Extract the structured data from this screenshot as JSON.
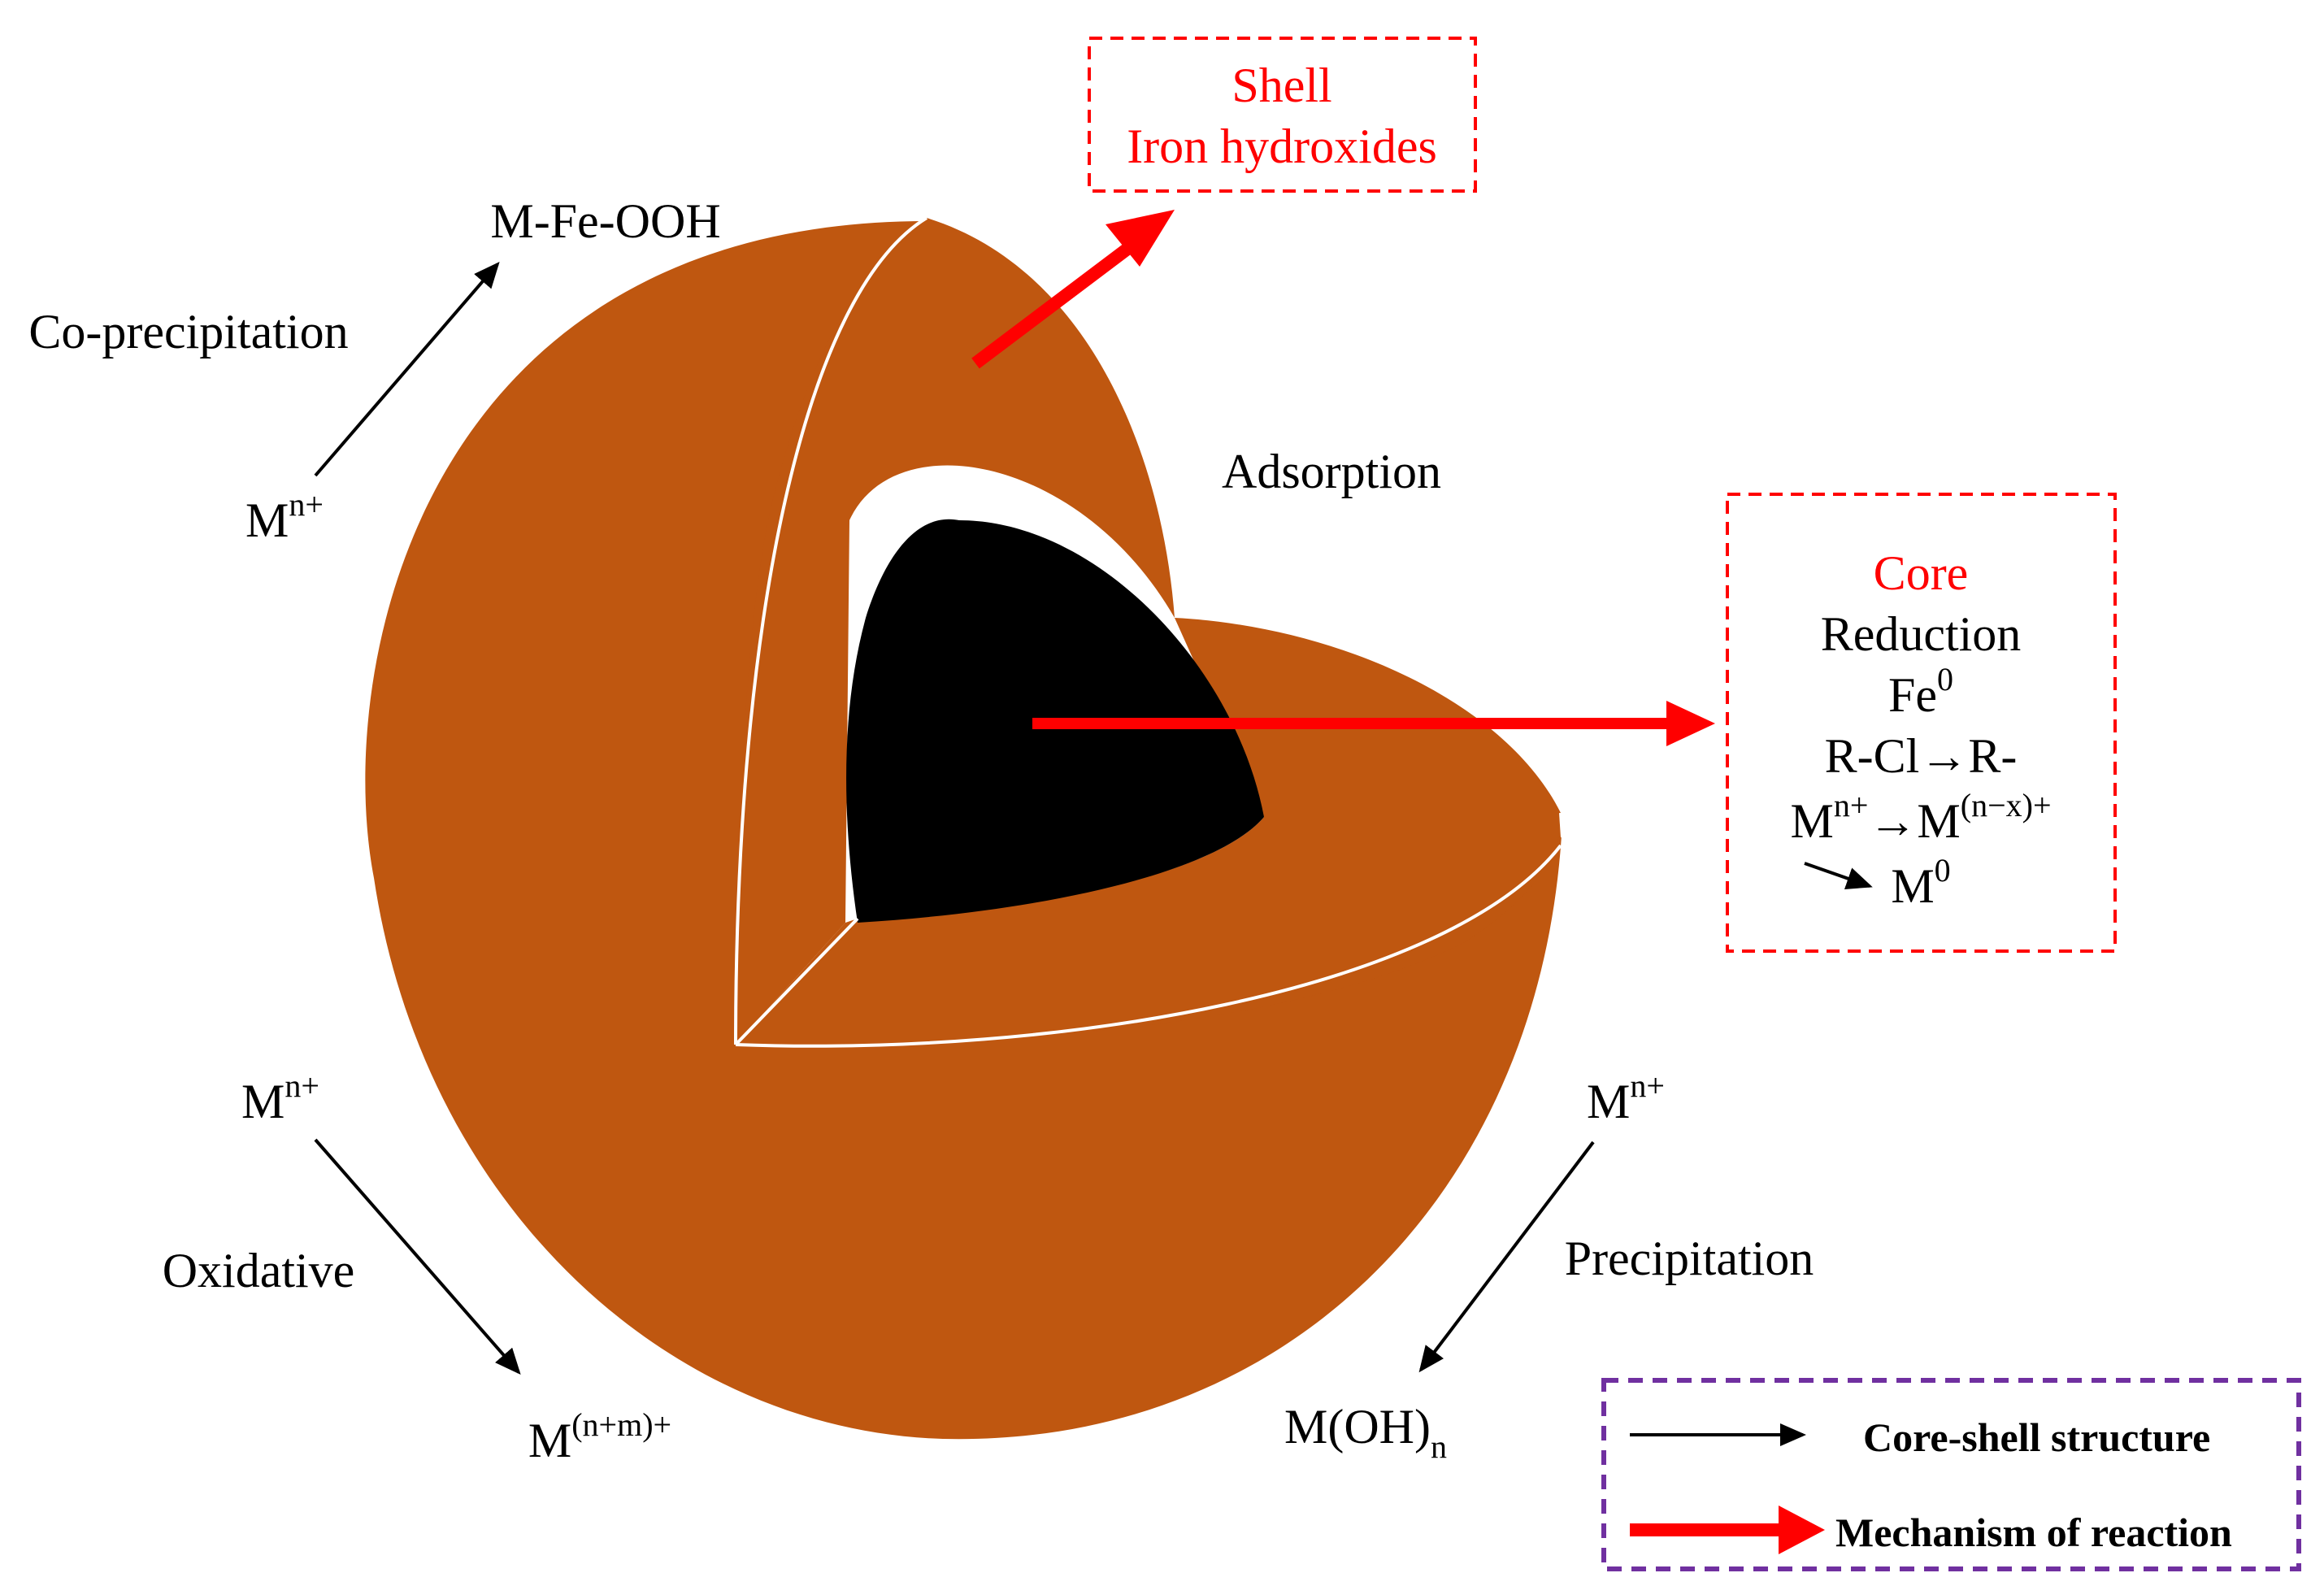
{
  "colors": {
    "shell": "#BF5710",
    "core": "#000000",
    "mechanism_arrow": "#FF0000",
    "structure_arrow": "#000000",
    "callout_border": "#FF0000",
    "legend_border": "#7030A0",
    "highlight_text": "#FF0000"
  },
  "shell_box": {
    "title": "Shell",
    "subtitle": "Iron hydroxides"
  },
  "core_box": {
    "title": "Core",
    "line1": "Reduction",
    "line2_base": "Fe",
    "line2_sup": "0",
    "line3": "R-Cl→R-",
    "line4_base": "M",
    "line4_sup": "n+",
    "line4_arrow": "→M",
    "line4_sup2": "(n−x)+",
    "line5_base": "M",
    "line5_sup": "0"
  },
  "labels": {
    "adsorption": "Adsorption",
    "co_precipitation": "Co-precipitation",
    "co_product": "M-Fe-OOH",
    "co_reactant_base": "M",
    "co_reactant_sup": "n+",
    "oxidative": "Oxidative",
    "ox_reactant_base": "M",
    "ox_reactant_sup": "n+",
    "ox_product_base": "M",
    "ox_product_sup": "(n+m)+",
    "precipitation": "Precipitation",
    "pr_reactant_base": "M",
    "pr_reactant_sup": "n+",
    "pr_product_base": "M(OH)",
    "pr_product_sub": "n"
  },
  "legend": [
    {
      "label": "Core-shell structure",
      "arrow": "thin-black-arrow-icon"
    },
    {
      "label": "Mechanism of reaction",
      "arrow": "thick-red-arrow-icon"
    }
  ]
}
